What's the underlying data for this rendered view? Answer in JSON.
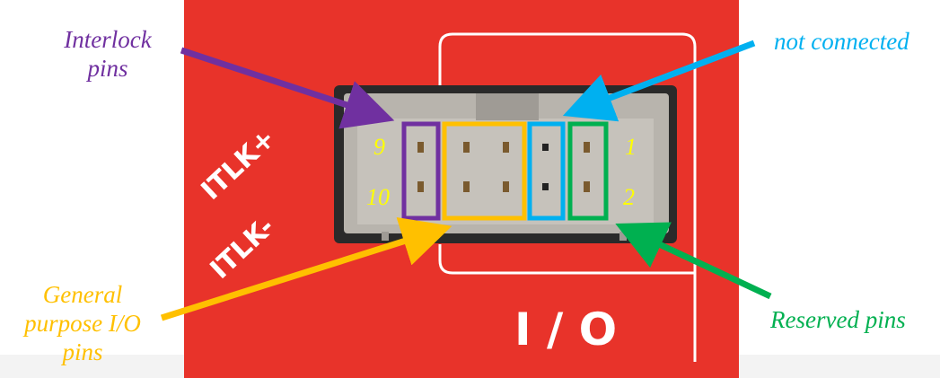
{
  "labels": {
    "interlock": [
      "Interlock",
      "pins"
    ],
    "not_connected": "not connected",
    "general_purpose": [
      "General",
      "purpose I/O",
      "pins"
    ],
    "reserved": "Reserved pins"
  },
  "panel": {
    "silkscreen_plus": "ITLK+",
    "silkscreen_minus": "ITLK-",
    "io_label": "I / O"
  },
  "pin_numbers": {
    "top_left": "9",
    "bottom_left": "10",
    "top_right": "1",
    "bottom_right": "2"
  },
  "colors": {
    "panel": "#e8332a",
    "interlock": "#7030a0",
    "not_connected": "#00b0f0",
    "general_purpose": "#ffc000",
    "reserved": "#00b050",
    "pin_numbers": "#ffff00"
  }
}
